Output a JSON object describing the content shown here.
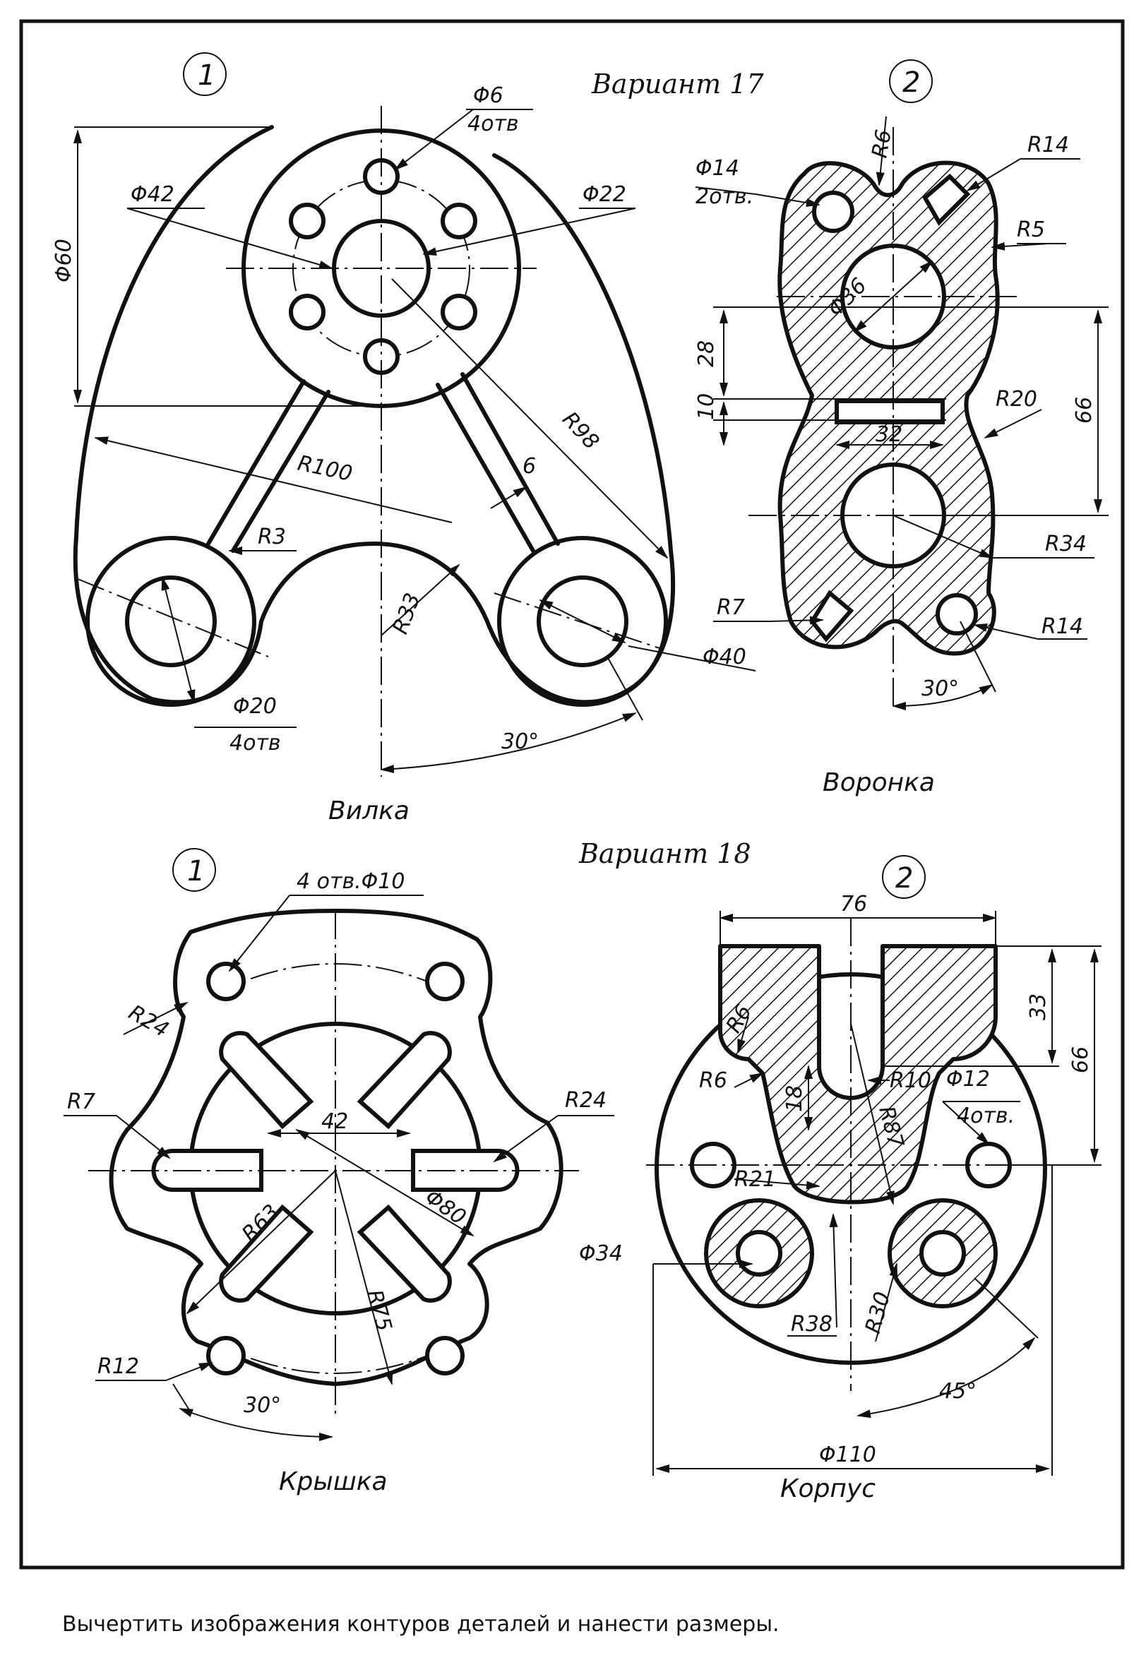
{
  "variant17": {
    "title": "Вариант 17",
    "part1": {
      "number": "1",
      "caption": "Вилка",
      "dims": {
        "d6": "Φ6",
        "holes4": "4отв",
        "d42": "Φ42",
        "d22": "Φ22",
        "d60": "Φ60",
        "r100": "R100",
        "r98": "R98",
        "w6": "6",
        "r3": "R3",
        "r33": "R33",
        "d40": "Φ40",
        "d20": "Φ20",
        "holes4b": "4отв",
        "ang30": "30°"
      }
    },
    "part2": {
      "number": "2",
      "caption": "Воронка",
      "dims": {
        "d14": "Φ14",
        "holes2": "2отв.",
        "r6": "R6",
        "r14": "R14",
        "r5": "R5",
        "d36": "Φ36",
        "v28": "28",
        "v10": "10",
        "w32": "32",
        "r20": "R20",
        "v66": "66",
        "r34": "R34",
        "r7": "R7",
        "r14b": "R14",
        "ang30": "30°"
      }
    }
  },
  "variant18": {
    "title": "Вариант 18",
    "part1": {
      "number": "1",
      "caption": "Крышка",
      "dims": {
        "holes": "4 отв.Φ10",
        "r24": "R24",
        "r7": "R7",
        "w42": "42",
        "r24b": "R24",
        "r63": "R63",
        "d80": "Φ80",
        "r75": "R75",
        "r12": "R12",
        "ang30": "30°"
      }
    },
    "part2": {
      "number": "2",
      "caption": "Корпус",
      "dims": {
        "w76": "76",
        "v33": "33",
        "v66": "66",
        "r6a": "R6",
        "r6b": "R6",
        "r10": "R10",
        "d12": "Φ12",
        "holes4": "4отв.",
        "v18": "18",
        "r87": "R87",
        "r21": "R21",
        "d34": "Φ34",
        "r38": "R38",
        "r30": "R30",
        "ang45": "45°",
        "d110": "Φ110"
      }
    }
  },
  "footer": "Вычертить изображения контуров деталей и нанести размеры."
}
